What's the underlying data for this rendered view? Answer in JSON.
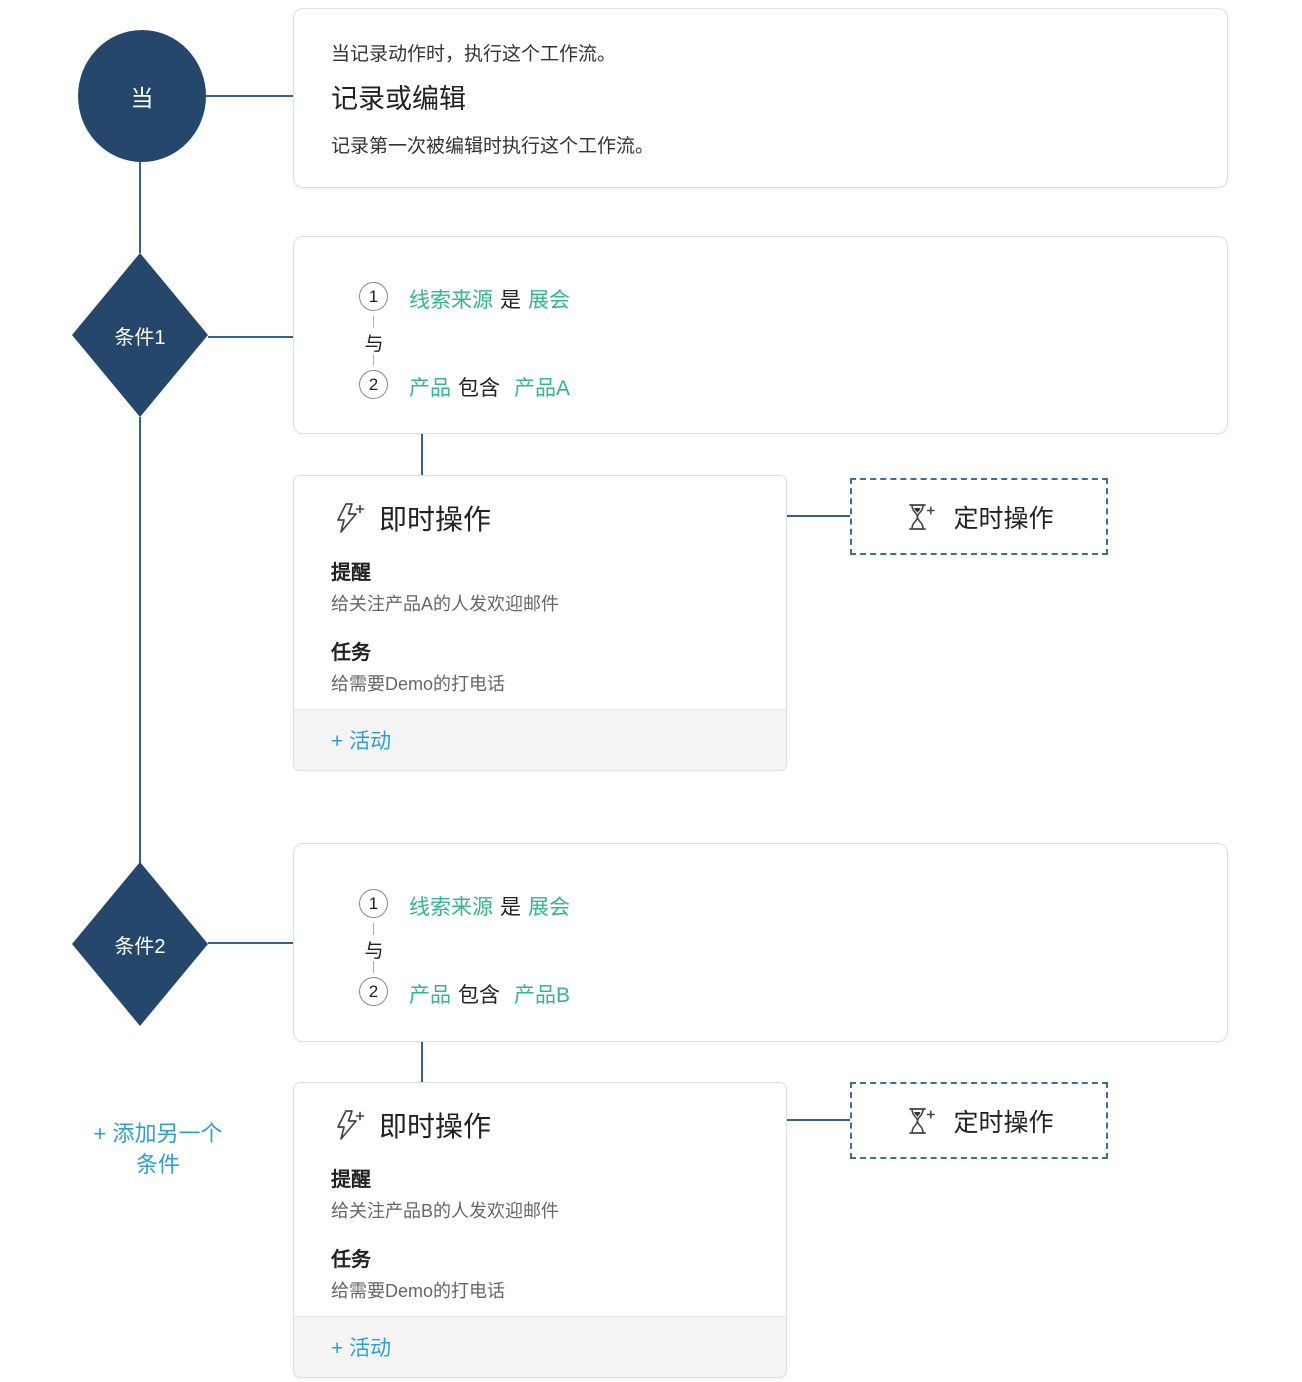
{
  "palette": {
    "node_navy": "#24476B",
    "connector_blue": "#35618C",
    "criteria_green": "#35B491",
    "link_blue": "#2E9FD6",
    "dashed_border_blue": "#3F6D9B",
    "card_border": "#DFDFDF",
    "footer_gray": "#F4F4F4"
  },
  "trigger": {
    "node_label": "当",
    "intro": "当记录动作时，执行这个工作流。",
    "title": "记录或编辑",
    "description": "记录第一次被编辑时执行这个工作流。"
  },
  "branches": [
    {
      "condition_label": "条件1",
      "conjunction": "与",
      "criteria": [
        {
          "num": "1",
          "field": "线索来源",
          "operator": "是",
          "value": "展会"
        },
        {
          "num": "2",
          "field": "产品",
          "operator": "包含",
          "value": "产品A"
        }
      ],
      "instant_actions": {
        "title": "即时操作",
        "items": [
          {
            "label": "提醒",
            "description": "给关注产品A的人发欢迎邮件"
          },
          {
            "label": "任务",
            "description": "给需要Demo的打电话"
          }
        ],
        "add_link": "+ 活动"
      },
      "scheduled_actions": {
        "title": "定时操作"
      }
    },
    {
      "condition_label": "条件2",
      "conjunction": "与",
      "criteria": [
        {
          "num": "1",
          "field": "线索来源",
          "operator": "是",
          "value": "展会"
        },
        {
          "num": "2",
          "field": "产品",
          "operator": "包含",
          "value": "产品B"
        }
      ],
      "instant_actions": {
        "title": "即时操作",
        "items": [
          {
            "label": "提醒",
            "description": "给关注产品B的人发欢迎邮件"
          },
          {
            "label": "任务",
            "description": "给需要Demo的打电话"
          }
        ],
        "add_link": "+ 活动"
      },
      "scheduled_actions": {
        "title": "定时操作"
      }
    }
  ],
  "add_condition": {
    "line1": "+ 添加另一个",
    "line2": "条件"
  }
}
